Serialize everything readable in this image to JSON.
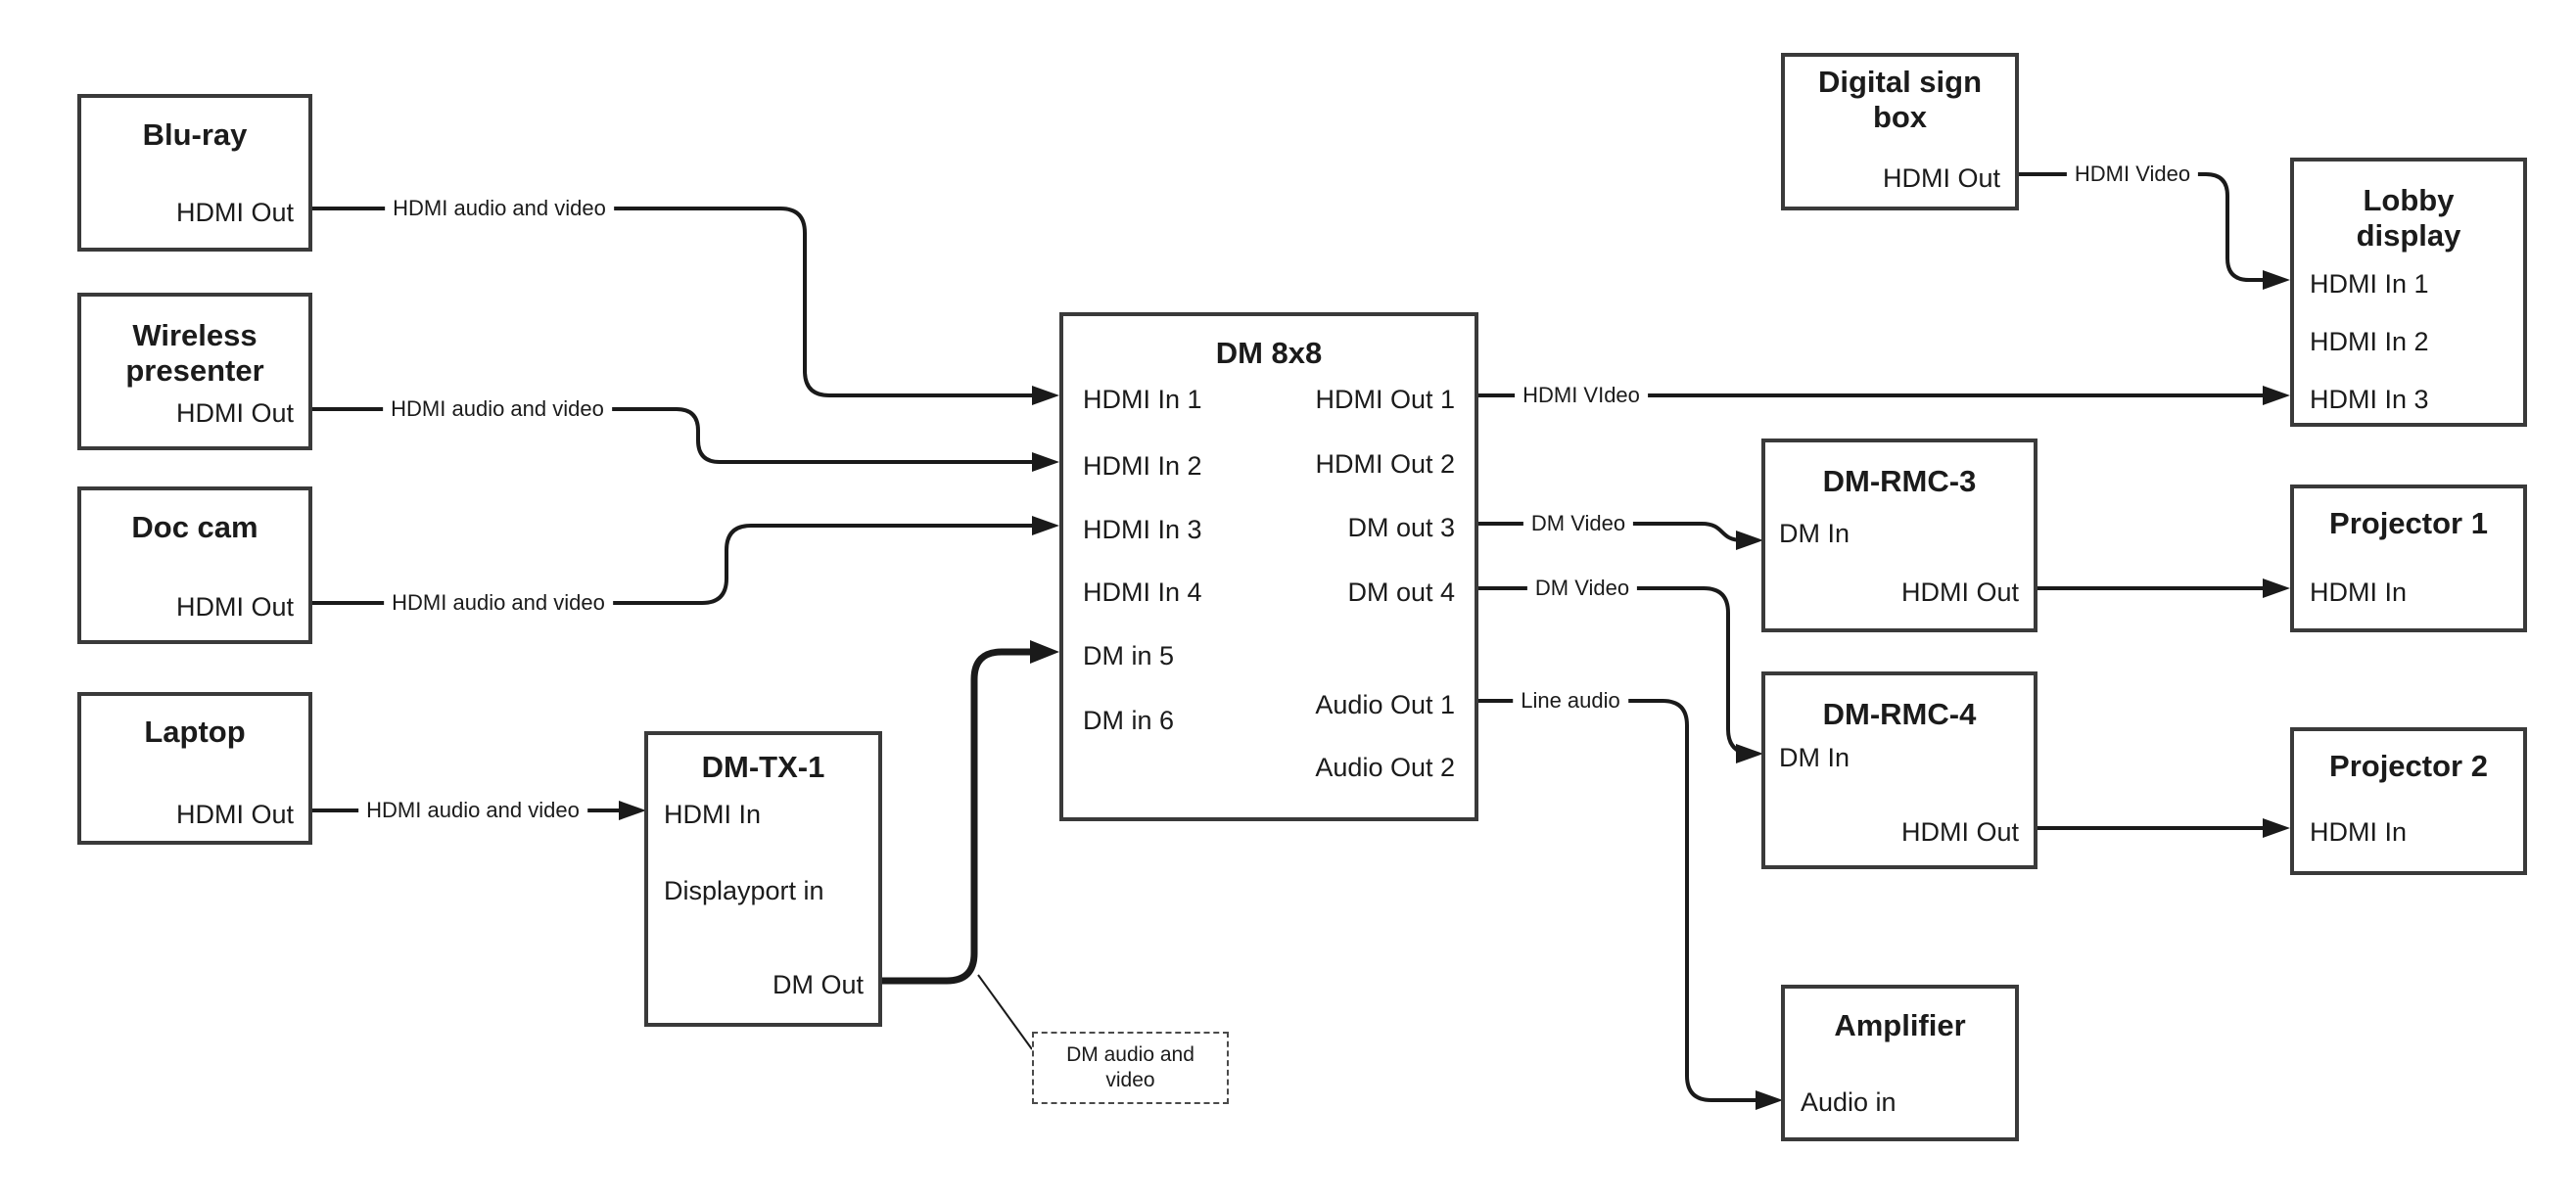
{
  "diagram": {
    "nodes": {
      "bluray": {
        "title": "Blu-ray",
        "ports": {
          "hdmi_out": "HDMI Out"
        }
      },
      "wireless_presenter": {
        "title": "Wireless presenter",
        "ports": {
          "hdmi_out": "HDMI Out"
        }
      },
      "doc_cam": {
        "title": "Doc cam",
        "ports": {
          "hdmi_out": "HDMI Out"
        }
      },
      "laptop": {
        "title": "Laptop",
        "ports": {
          "hdmi_out": "HDMI Out"
        }
      },
      "dm_tx_1": {
        "title": "DM-TX-1",
        "ports": {
          "hdmi_in": "HDMI In",
          "displayport_in": "Displayport in",
          "dm_out": "DM Out"
        }
      },
      "dm_8x8": {
        "title": "DM 8x8",
        "ports": {
          "in1": "HDMI In 1",
          "in2": "HDMI In 2",
          "in3": "HDMI In 3",
          "in4": "HDMI In 4",
          "in5": "DM in 5",
          "in6": "DM in 6",
          "out1": "HDMI Out 1",
          "out2": "HDMI Out 2",
          "out3": "DM out 3",
          "out4": "DM out 4",
          "aout1": "Audio Out 1",
          "aout2": "Audio Out 2"
        }
      },
      "digital_sign_box": {
        "title": "Digital sign box",
        "ports": {
          "hdmi_out": "HDMI Out"
        }
      },
      "lobby_display": {
        "title": "Lobby display",
        "ports": {
          "in1": "HDMI In 1",
          "in2": "HDMI In 2",
          "in3": "HDMI In 3"
        }
      },
      "dm_rmc_3": {
        "title": "DM-RMC-3",
        "ports": {
          "dm_in": "DM In",
          "hdmi_out": "HDMI Out"
        }
      },
      "projector_1": {
        "title": "Projector 1",
        "ports": {
          "hdmi_in": "HDMI In"
        }
      },
      "dm_rmc_4": {
        "title": "DM-RMC-4",
        "ports": {
          "dm_in": "DM In",
          "hdmi_out": "HDMI Out"
        }
      },
      "projector_2": {
        "title": "Projector 2",
        "ports": {
          "hdmi_in": "HDMI In"
        }
      },
      "amplifier": {
        "title": "Amplifier",
        "ports": {
          "audio_in": "Audio in"
        }
      }
    },
    "connection_labels": {
      "bluray_to_dm8x8": "HDMI audio and video",
      "wireless_to_dm8x8": "HDMI audio and video",
      "doccam_to_dm8x8": "HDMI audio and video",
      "laptop_to_dmtx1": "HDMI audio and video",
      "dm8x8_out1_to_lobby": "HDMI VIdeo",
      "dm8x8_out3_to_rmc3": "DM Video",
      "dm8x8_out4_to_rmc4": "DM Video",
      "dm8x8_audio1_to_amp": "Line audio",
      "digitalsign_to_lobby": "HDMI Video",
      "annotation": "DM audio and video"
    }
  }
}
